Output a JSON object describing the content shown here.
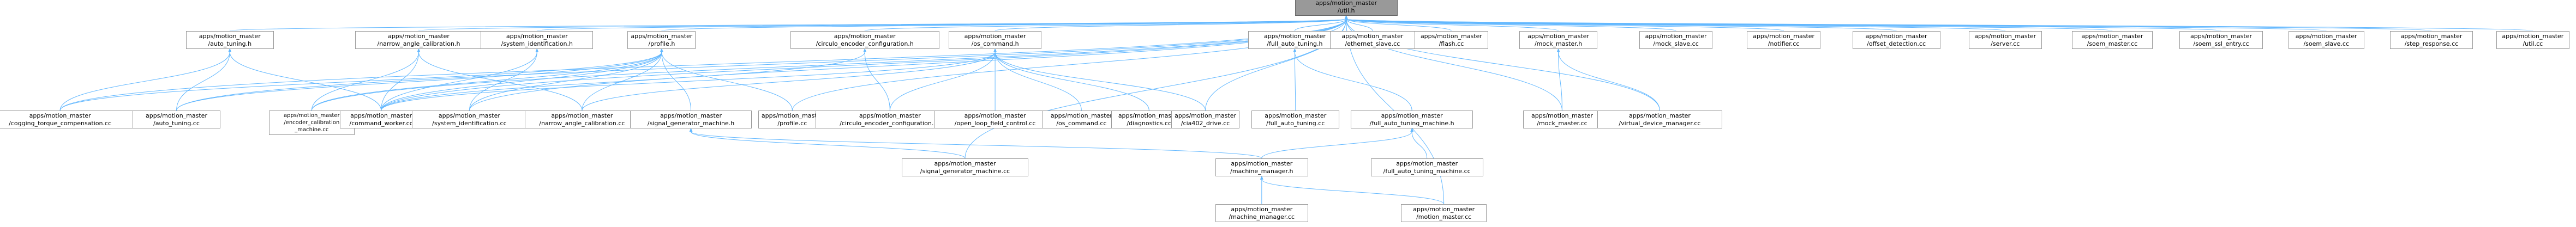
{
  "graph": {
    "nodes": {
      "root": [
        "apps/motion_master",
        "/util.h"
      ],
      "at": [
        "apps/motion_master",
        "/auto_tuning.h"
      ],
      "nac": [
        "apps/motion_master",
        "/narrow_angle_calibration.h"
      ],
      "sid": [
        "apps/motion_master",
        "/system_identification.h"
      ],
      "prof": [
        "apps/motion_master",
        "/profile.h"
      ],
      "cec": [
        "apps/motion_master",
        "/circulo_encoder_configuration.h"
      ],
      "osc": [
        "apps/motion_master",
        "/os_command.h"
      ],
      "fat": [
        "apps/motion_master",
        "/full_auto_tuning.h"
      ],
      "eth": [
        "apps/motion_master",
        "/ethernet_slave.cc"
      ],
      "flash": [
        "apps/motion_master",
        "/flash.cc"
      ],
      "mmh": [
        "apps/motion_master",
        "/mock_master.h"
      ],
      "msl": [
        "apps/motion_master",
        "/mock_slave.cc"
      ],
      "notif": [
        "apps/motion_master",
        "/notifier.cc"
      ],
      "offd": [
        "apps/motion_master",
        "/offset_detection.cc"
      ],
      "serv": [
        "apps/motion_master",
        "/server.cc"
      ],
      "soem": [
        "apps/motion_master",
        "/soem_master.cc"
      ],
      "soemi": [
        "apps/motion_master",
        "/soem_ssl_entry.cc"
      ],
      "soems": [
        "apps/motion_master",
        "/soem_slave.cc"
      ],
      "step": [
        "apps/motion_master",
        "/step_response.cc"
      ],
      "utilcc": [
        "apps/motion_master",
        "/util.cc"
      ],
      "ctc": [
        "apps/motion_master",
        "/cogging_torque_compensation.cc"
      ],
      "atcc": [
        "apps/motion_master",
        "/auto_tuning.cc"
      ],
      "ecm": [
        "apps/motion_master",
        "/encoder_calibration",
        "_machine.cc"
      ],
      "cw": [
        "apps/motion_master",
        "/command_worker.cc"
      ],
      "sidcc": [
        "apps/motion_master",
        "/system_identification.cc"
      ],
      "naccc": [
        "apps/motion_master",
        "/narrow_angle_calibration.cc"
      ],
      "sgm": [
        "apps/motion_master",
        "/signal_generator_machine.h"
      ],
      "profcc": [
        "apps/motion_master",
        "/profile.cc"
      ],
      "ceccc": [
        "apps/motion_master",
        "/circulo_encoder_configuration.cc"
      ],
      "olfc": [
        "apps/motion_master",
        "/open_loop_field_control.cc"
      ],
      "osccc": [
        "apps/motion_master",
        "/os_command.cc"
      ],
      "diag": [
        "apps/motion_master",
        "/diagnostics.cc"
      ],
      "cia": [
        "apps/motion_master",
        "/cia402_drive.cc"
      ],
      "fatcc": [
        "apps/motion_master",
        "/full_auto_tuning.cc"
      ],
      "fatm": [
        "apps/motion_master",
        "/full_auto_tuning_machine.h"
      ],
      "mmcc": [
        "apps/motion_master",
        "/mock_master.cc"
      ],
      "vdm": [
        "apps/motion_master",
        "/virtual_device_manager.cc"
      ],
      "sgmcc": [
        "apps/motion_master",
        "/signal_generator_machine.cc"
      ],
      "mmgr": [
        "apps/motion_master",
        "/machine_manager.h"
      ],
      "fatmcc": [
        "apps/motion_master",
        "/full_auto_tuning_machine.cc"
      ],
      "mmgrcc": [
        "apps/motion_master",
        "/machine_manager.cc"
      ],
      "mocc": [
        "apps/motion_master",
        "/motion_master.cc"
      ]
    },
    "edges": [
      [
        "root",
        "at"
      ],
      [
        "root",
        "nac"
      ],
      [
        "root",
        "sid"
      ],
      [
        "root",
        "prof"
      ],
      [
        "root",
        "cec"
      ],
      [
        "root",
        "osc"
      ],
      [
        "root",
        "fat"
      ],
      [
        "root",
        "eth"
      ],
      [
        "root",
        "flash"
      ],
      [
        "root",
        "mmh"
      ],
      [
        "root",
        "msl"
      ],
      [
        "root",
        "notif"
      ],
      [
        "root",
        "offd"
      ],
      [
        "root",
        "serv"
      ],
      [
        "root",
        "soem"
      ],
      [
        "root",
        "soemi"
      ],
      [
        "root",
        "soems"
      ],
      [
        "root",
        "step"
      ],
      [
        "root",
        "utilcc"
      ],
      [
        "root",
        "ctc"
      ],
      [
        "root",
        "atcc"
      ],
      [
        "root",
        "cw"
      ],
      [
        "root",
        "ecm"
      ],
      [
        "root",
        "sidcc"
      ],
      [
        "root",
        "profcc"
      ],
      [
        "root",
        "cia"
      ],
      [
        "root",
        "sgmcc"
      ],
      [
        "root",
        "mmcc"
      ],
      [
        "root",
        "vdm"
      ],
      [
        "root",
        "mocc"
      ],
      [
        "at",
        "ctc"
      ],
      [
        "at",
        "atcc"
      ],
      [
        "at",
        "cw"
      ],
      [
        "nac",
        "ecm"
      ],
      [
        "nac",
        "cw"
      ],
      [
        "nac",
        "naccc"
      ],
      [
        "sid",
        "sidcc"
      ],
      [
        "sid",
        "cw"
      ],
      [
        "prof",
        "ctc"
      ],
      [
        "prof",
        "atcc"
      ],
      [
        "prof",
        "ecm"
      ],
      [
        "prof",
        "cw"
      ],
      [
        "prof",
        "sidcc"
      ],
      [
        "prof",
        "naccc"
      ],
      [
        "prof",
        "sgm"
      ],
      [
        "prof",
        "profcc"
      ],
      [
        "cec",
        "ceccc"
      ],
      [
        "cec",
        "cw"
      ],
      [
        "osc",
        "cw"
      ],
      [
        "osc",
        "ceccc"
      ],
      [
        "osc",
        "olfc"
      ],
      [
        "osc",
        "osccc"
      ],
      [
        "osc",
        "diag"
      ],
      [
        "osc",
        "cia"
      ],
      [
        "osc",
        "naccc"
      ],
      [
        "fat",
        "fatcc"
      ],
      [
        "fat",
        "fatm"
      ],
      [
        "fatm",
        "fatmcc"
      ],
      [
        "fatm",
        "mmgr"
      ],
      [
        "mmh",
        "mmcc"
      ],
      [
        "mmh",
        "vdm"
      ],
      [
        "sgm",
        "sgmcc"
      ],
      [
        "sgm",
        "mmgr"
      ],
      [
        "mmgr",
        "mmgrcc"
      ],
      [
        "mmgr",
        "mocc"
      ]
    ]
  }
}
